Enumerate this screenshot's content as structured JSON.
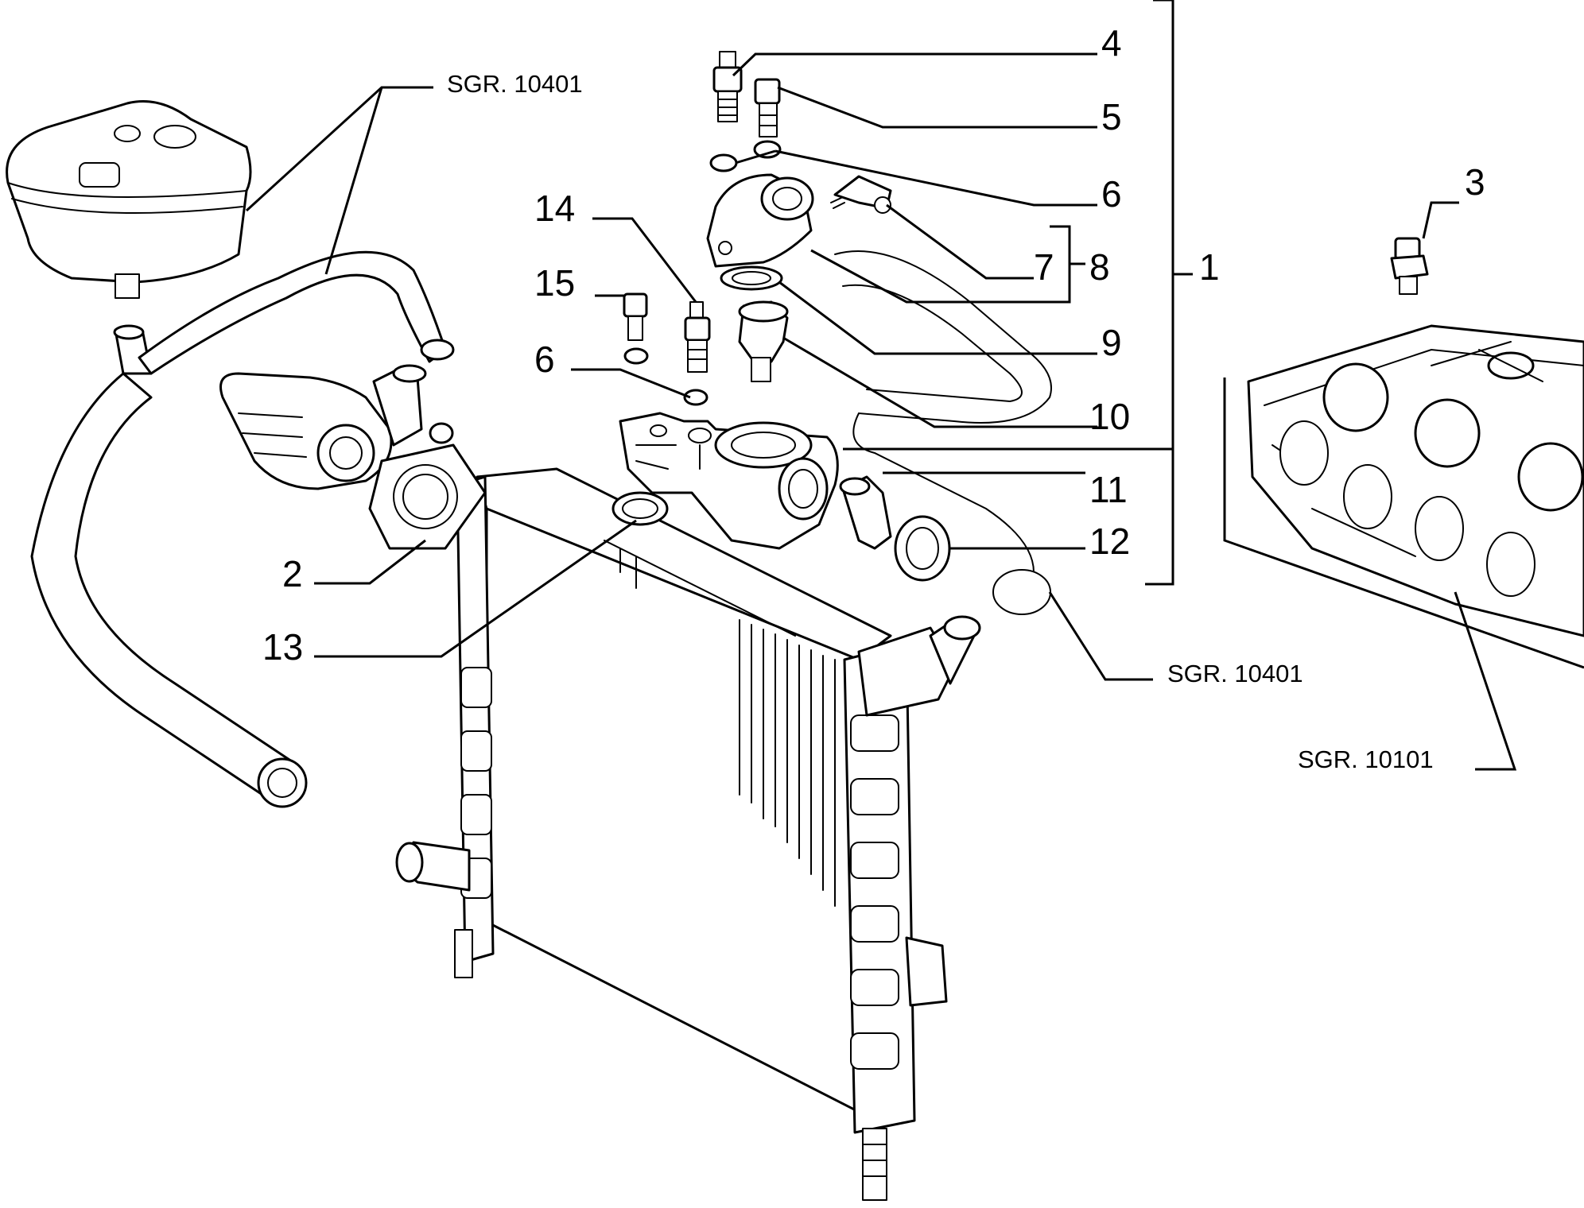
{
  "callouts": {
    "c1": "1",
    "c2": "2",
    "c3": "3",
    "c4": "4",
    "c5": "5",
    "c6a": "6",
    "c6b": "6",
    "c7": "7",
    "c8": "8",
    "c9": "9",
    "c10": "10",
    "c11": "11",
    "c12": "12",
    "c13": "13",
    "c14": "14",
    "c15": "15"
  },
  "references": {
    "expansion_tank_hose": "SGR. 10401",
    "lower_hose": "SGR. 10401",
    "cylinder_head": "SGR. 10101"
  },
  "colors": {
    "ink": "#000000",
    "paper": "#ffffff"
  }
}
